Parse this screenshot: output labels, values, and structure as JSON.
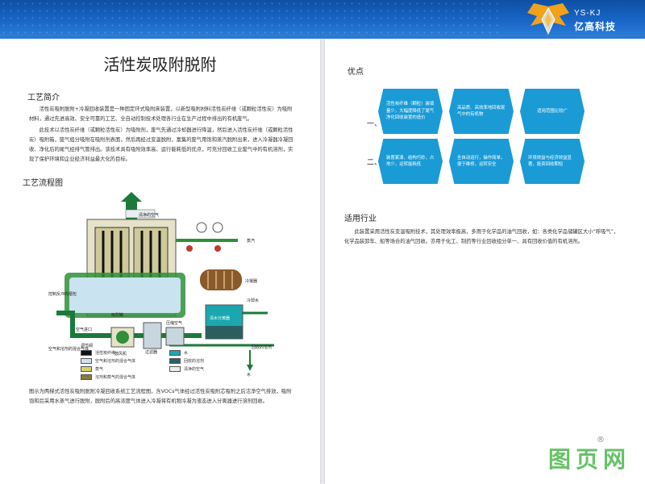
{
  "brand": {
    "code": "YS-KJ",
    "name": "亿高科技"
  },
  "left": {
    "title": "活性炭吸附脱附",
    "section1": "工艺简介",
    "intro_p1": "活性炭吸附脱附+冷凝回收装置是一种固定环式吸附床装置，以新型吸附材料活性炭纤维（或颗粒活性炭）为吸附材料，通过先进高效、安全可靠的工艺、全自动控制技术处理各行业在生产过程中排出的有机废气。",
    "intro_p2": "此技术以活性炭纤维（或颗粒活性炭）为吸附剂，废气先通过冷却器进行降温，然后进入活性炭纤维（或颗粒活性炭）吸附箱，废气组分吸附在吸附剂表面，然后再经过变温脱附，富集的废气用饱和蒸汽脱附出来，进入冷凝器冷凝回收、净化后的尾气经排气管排出。该技术具有吸附效率高、运行能耗低的优点，可充分回收工业废气中的有机溶剂，实现了保护环境和企业经济利益最大化的目标。",
    "section2": "工艺流程图",
    "diagram_labels": {
      "clean_air": "清净的空气",
      "steam": "蒸汽",
      "condenser": "冷凝器",
      "adsorber": "吸附罐",
      "control_gas": "控制反冲的烟包",
      "cooling_water": "冷却水",
      "separator": "清水分离器",
      "compressed_air": "压缩空气",
      "fan": "鼓风机",
      "inlet_valve": "空气进口",
      "regulator": "调节阀",
      "mixed_gas": "空气和溶剂的混合气体",
      "recovered_solvent": "回收的溶剂",
      "water": "水",
      "filter": "过滤器"
    },
    "legend": [
      {
        "color": "#111111",
        "label": "活性炭纤维"
      },
      {
        "color": "#cfe4f2",
        "label": "空气和溶剂的混合气体"
      },
      {
        "color": "#d8d36a",
        "label": "蒸气"
      },
      {
        "color": "#8a7a3a",
        "label": "溶剂和蒸气的混合气体"
      },
      {
        "color": "#1aa7b0",
        "label": "水"
      },
      {
        "color": "#2b5f5f",
        "label": "回收的溶剂"
      },
      {
        "color": "#e8eef4",
        "label": "清净的空气"
      }
    ],
    "caption": "图示为两梯式活性炭吸附脱附冷凝回收系统工艺流程图，含VOCs气体经过活性炭吸附芯吸附之后洁净空气排放，吸附饱和后采用水蒸气进行脱附，脱附后的高浓度气体进入冷凝将有机物冷凝为液态进入分离器进行溶剂回收。"
  },
  "right": {
    "section1": "优点",
    "row_labels": [
      "一、",
      "二、"
    ],
    "advantages": [
      "活性炭纤维（颗粒）装填量少，大幅度降低了尾气净化回收装置的造价",
      "高品质、高效率地回收尾气中的有机物",
      "适用范围比较广",
      "装置紧凑、结构巧妙，占地少，运转能耗低",
      "全自动运行，操作简单，便于维修，运转安全",
      "环境效益与经济效益显著，投资回收期短"
    ],
    "section2": "适用行业",
    "industry_text": "此装置采用活性炭变温吸附技术，其处理效率极高，多用于化学品的油气回收，如：各类化学品储罐区大小“呼吸气”，化学品装卸车、船等场合的油气回收。亦用于化工、制药等行业回收组分单一、具有回收价值的有机溶剂。"
  },
  "watermark": {
    "text": "图页网",
    "mark": "®"
  }
}
